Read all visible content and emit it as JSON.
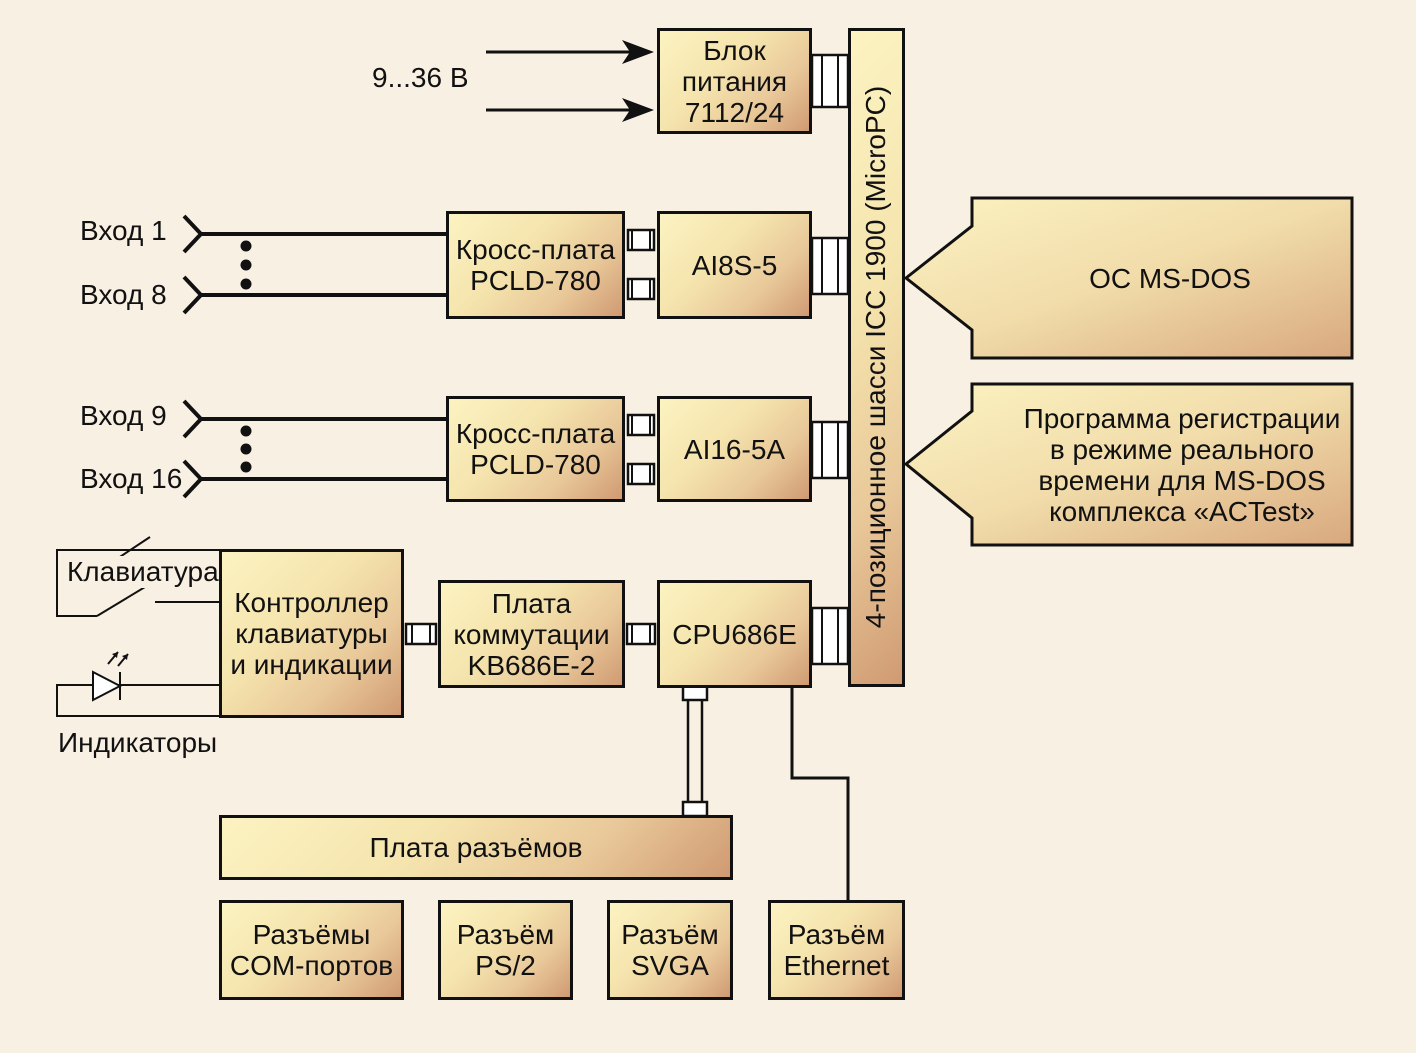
{
  "blocks": {
    "power": "Блок\nпитания\n7112/24",
    "cross1": "Кросс-плата\nPCLD-780",
    "ai8s": "AI8S-5",
    "cross2": "Кросс-плата\nPCLD-780",
    "ai16": "AI16-5A",
    "kbd_controller": "Контроллер\nклавиатуры\nи индикации",
    "switch_board": "Плата\nкоммутации\nKB686E-2",
    "cpu": "CPU686E",
    "chassis": "4-позиционное шасси ICC 1900 (MicroPC)",
    "os": "ОС MS-DOS",
    "program": "Программа регистрации\nв режиме реального\nвремени для MS-DOS\nкомплекса «ACTest»",
    "connector_board": "Плата разъёмов",
    "com": "Разъёмы\nCOM-портов",
    "ps2": "Разъём\nPS/2",
    "svga": "Разъём\nSVGA",
    "ethernet": "Разъём\nEthernet"
  },
  "labels": {
    "voltage": "9...36 В",
    "input1": "Вход 1",
    "input8": "Вход 8",
    "input9": "Вход 9",
    "input16": "Вход 16",
    "keyboard": "Клавиатура",
    "indicators": "Индикаторы"
  }
}
